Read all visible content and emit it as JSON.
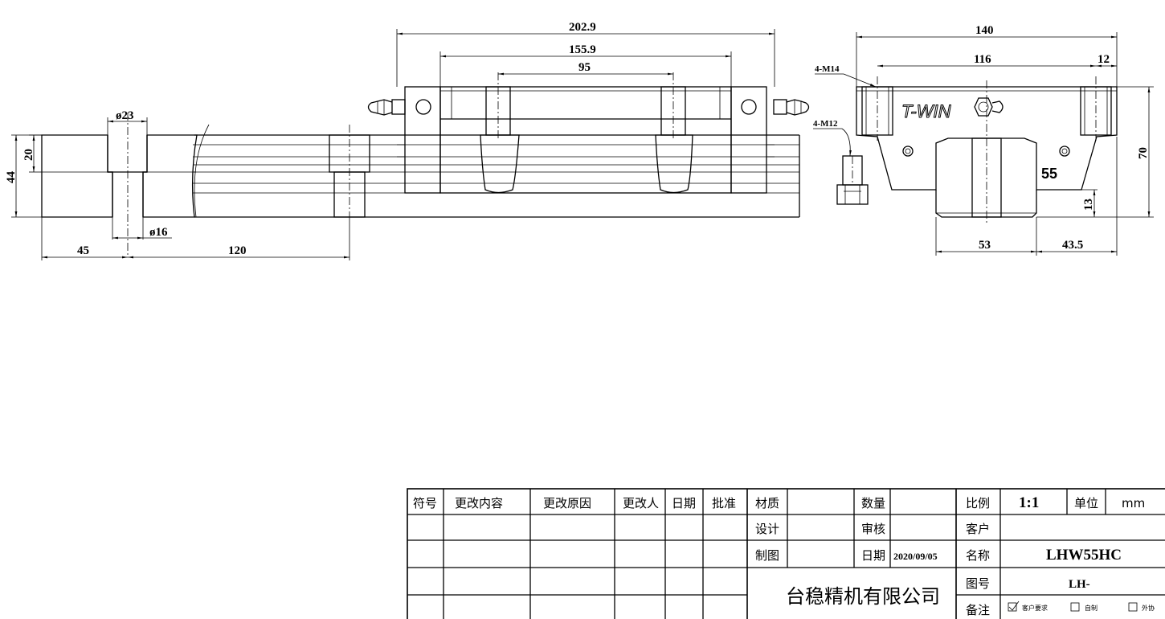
{
  "drawing": {
    "left_view": {
      "dims": {
        "d23": "ø23",
        "d16": "ø16",
        "h20": "20",
        "h44": "44",
        "w45": "45",
        "w120": "120"
      }
    },
    "middle_view": {
      "dims": {
        "w202": "202.9",
        "w155": "155.9",
        "w95": "95"
      }
    },
    "right_view": {
      "dims": {
        "w140": "140",
        "w116": "116",
        "w12": "12",
        "h70": "70",
        "h13": "13",
        "w53": "53",
        "w43": "43.5"
      },
      "callouts": {
        "m14": "4-M14",
        "m12": "4-M12"
      },
      "logo": "T-WIN",
      "size_mark": "55"
    }
  },
  "title_block": {
    "rev_headers": [
      "符号",
      "更改内容",
      "更改原因",
      "更改人",
      "日期",
      "批准"
    ],
    "material_label": "材质",
    "quantity_label": "数量",
    "design_label": "设计",
    "review_label": "审核",
    "draft_label": "制图",
    "date_label": "日期",
    "date_value": "2020/09/05",
    "company": "台稳精机有限公司",
    "scale_label": "比例",
    "scale_value": "1:1",
    "unit_label": "单位",
    "unit_value": "mm",
    "customer_label": "客户",
    "name_label": "名称",
    "name_value": "LHW55HC",
    "drawing_no_label": "图号",
    "drawing_no_value": "LH-",
    "remark_label": "备注",
    "remark_opt1": "客户要求",
    "remark_opt2": "自制",
    "remark_opt3": "外协"
  }
}
